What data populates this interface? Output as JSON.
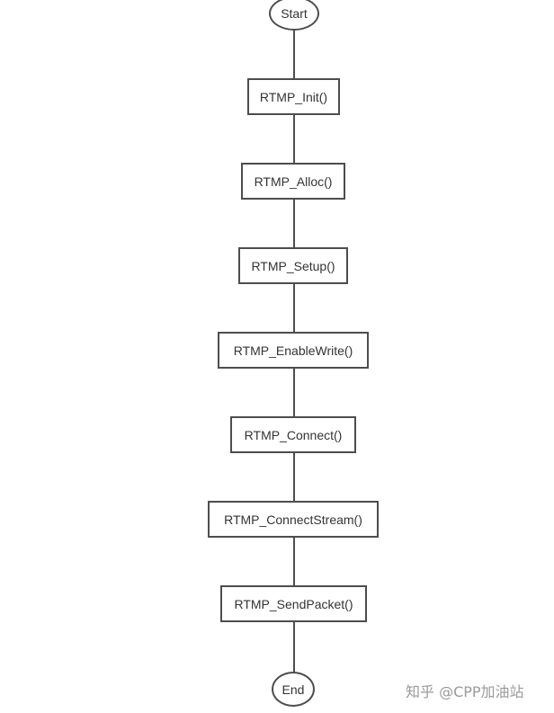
{
  "diagram": {
    "type": "flowchart",
    "nodes": [
      {
        "id": "start",
        "label": "Start",
        "shape": "rounded"
      },
      {
        "id": "init",
        "label": "RTMP_Init()",
        "shape": "rect"
      },
      {
        "id": "alloc",
        "label": "RTMP_Alloc()",
        "shape": "rect"
      },
      {
        "id": "setup",
        "label": "RTMP_Setup()",
        "shape": "rect"
      },
      {
        "id": "enablewrite",
        "label": "RTMP_EnableWrite()",
        "shape": "rect"
      },
      {
        "id": "connect",
        "label": "RTMP_Connect()",
        "shape": "rect"
      },
      {
        "id": "connectstream",
        "label": "RTMP_ConnectStream()",
        "shape": "rect"
      },
      {
        "id": "sendpacket",
        "label": "RTMP_SendPacket()",
        "shape": "rect"
      },
      {
        "id": "end",
        "label": "End",
        "shape": "rounded"
      }
    ],
    "edges": [
      [
        "start",
        "init"
      ],
      [
        "init",
        "alloc"
      ],
      [
        "alloc",
        "setup"
      ],
      [
        "setup",
        "enablewrite"
      ],
      [
        "enablewrite",
        "connect"
      ],
      [
        "connect",
        "connectstream"
      ],
      [
        "connectstream",
        "sendpacket"
      ],
      [
        "sendpacket",
        "end"
      ]
    ],
    "colors": {
      "stroke": "#4d4d4d",
      "text": "#333333",
      "background": "#ffffff",
      "watermark": "#9a9a9a"
    }
  },
  "watermark": "知乎 @CPP加油站"
}
